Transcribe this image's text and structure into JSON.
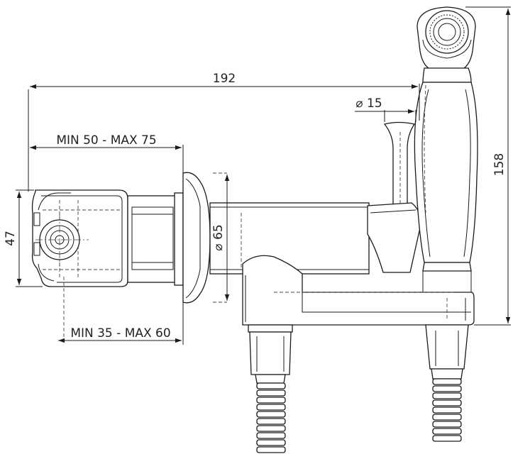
{
  "colors": {
    "line": "#1a1a1a",
    "background": "#ffffff"
  },
  "dimensions": {
    "overall_length": "192",
    "wall_depth_top": "MIN 50 - MAX 75",
    "wall_depth_bottom": "MIN 35 - MAX 60",
    "body_height": "47",
    "flange_diameter": "⌀ 65",
    "pipe_diameter": "⌀ 15",
    "handset_height": "158"
  }
}
